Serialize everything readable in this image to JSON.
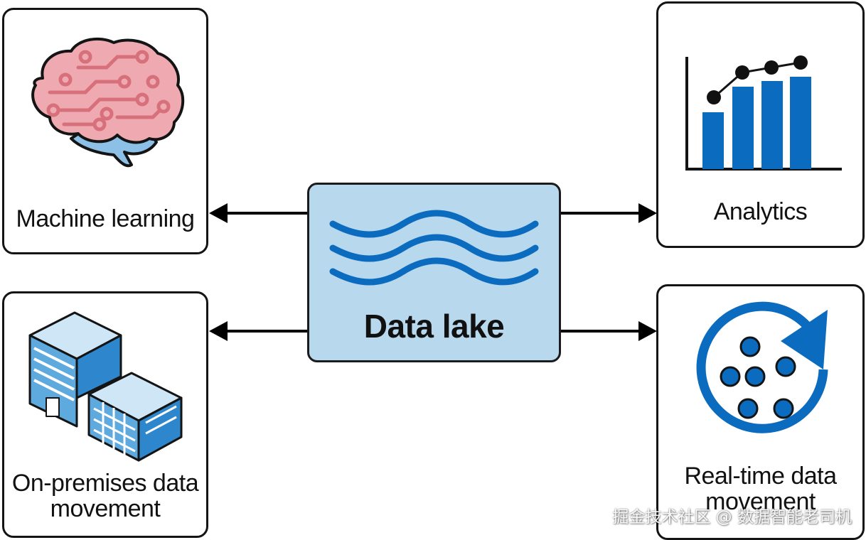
{
  "center": {
    "title": "Data lake"
  },
  "nodes": {
    "machine_learning": {
      "label": "Machine learning",
      "icon": "brain-icon"
    },
    "analytics": {
      "label": "Analytics",
      "icon": "bar-chart-icon"
    },
    "on_premises": {
      "label_line1": "On-premises data",
      "label_line2": "movement",
      "icon": "building-icon"
    },
    "real_time": {
      "label_line1": "Real-time data",
      "label_line2": "movement",
      "icon": "rotating-dots-icon"
    }
  },
  "colors": {
    "accent_blue": "#0b6cbf",
    "lake_fill": "#b8d8ee",
    "brain_pink": "#eeaab0",
    "brain_pink_line": "#d8707c",
    "border": "#141414"
  },
  "watermark": "掘金技术社区 @ 数据智能老司机"
}
